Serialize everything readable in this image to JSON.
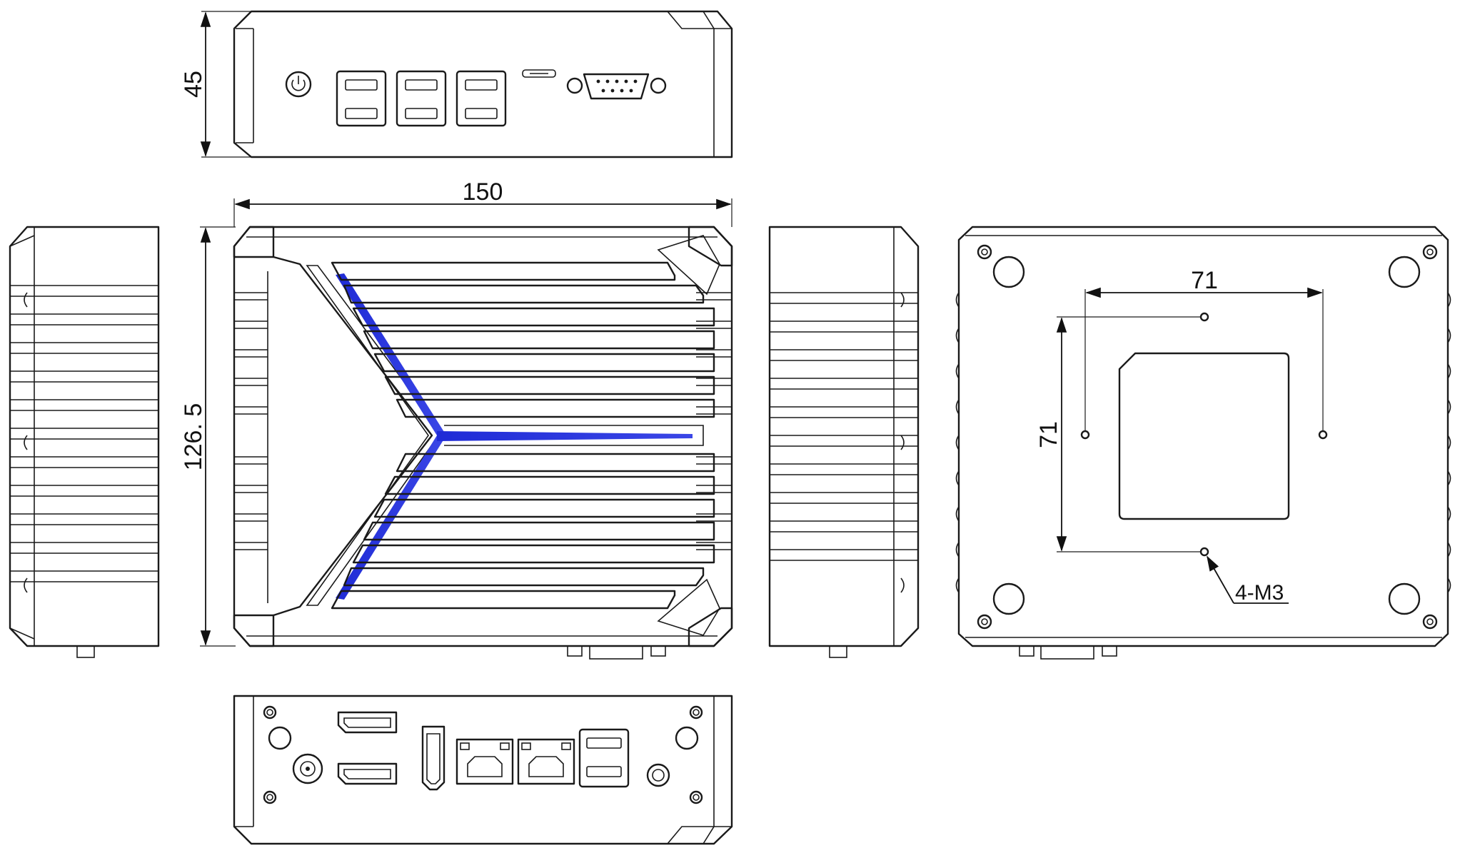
{
  "dimensions": {
    "height": "45",
    "width": "150",
    "depth": "126. 5",
    "mount_spacing_h": "71",
    "mount_spacing_v": "71",
    "screw_label": "4-M3"
  },
  "colors": {
    "line": "#1a1a1a",
    "accent_blue": "#1f2bd6"
  }
}
